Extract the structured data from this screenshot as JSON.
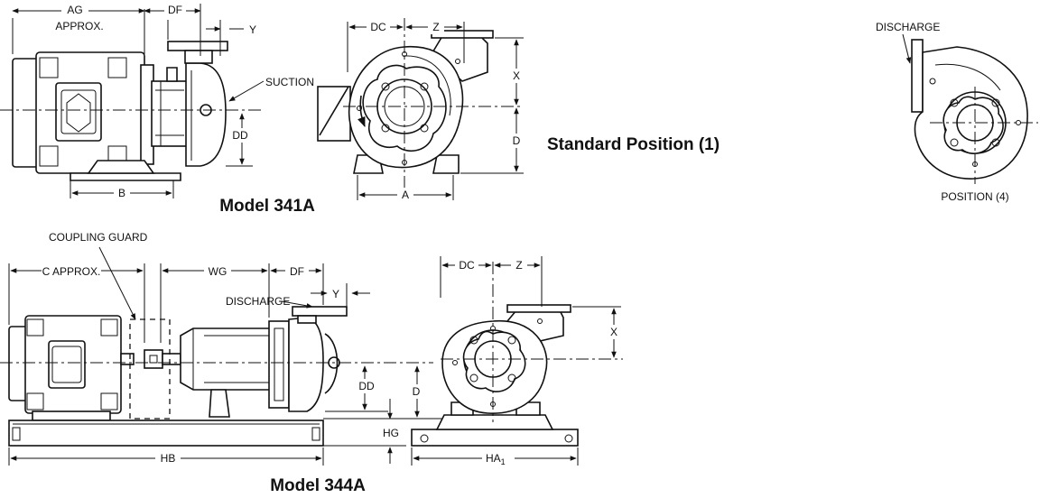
{
  "labels": {
    "ag": "AG",
    "approx": "APPROX.",
    "df_top": "DF",
    "y_top": "Y",
    "suction": "SUCTION",
    "dd_top": "DD",
    "b": "B",
    "dc_top": "DC",
    "z_top": "Z",
    "x_top": "X",
    "d_top": "D",
    "a": "A",
    "discharge_right": "DISCHARGE",
    "position4": "POSITION (4)",
    "coupling_guard": "COUPLING GUARD",
    "c_approx": "C APPROX.",
    "wg": "WG",
    "df_bottom": "DF",
    "discharge_bottom": "DISCHARGE",
    "y_bottom": "Y",
    "dd_bottom": "DD",
    "d_bottom": "D",
    "hg": "HG",
    "hb": "HB",
    "dc_bottom": "DC",
    "z_bottom": "Z",
    "x_bottom": "X",
    "ha": "HA",
    "ha_sub": "1"
  },
  "titles": {
    "model_341a": "Model 341A",
    "standard_position": "Standard Position (1)",
    "model_344a": "Model 344A"
  }
}
